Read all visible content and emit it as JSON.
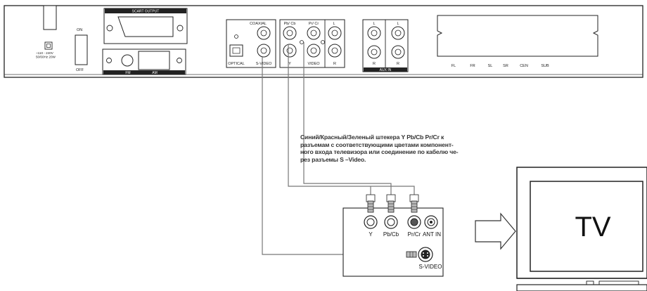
{
  "panel": {
    "scart_label": "SCART OUTPUT",
    "power_on": "ON",
    "power_off": "OFF",
    "power_rating_1": "~110 - 240V",
    "power_rating_2": "50/60Hz  20W",
    "fm": "FM",
    "am": "AM",
    "coaxial": "COAXIAL",
    "optical": "OPTICAL",
    "s_video": "S-VIDEO",
    "pb_cb": "Pb/ Cb",
    "pr_cr": "Pr/ Cr",
    "y": "Y",
    "video": "VIDEO",
    "l": "L",
    "r": "R",
    "aux_in": "AUX IN",
    "speakers": [
      "FL",
      "FR",
      "SL",
      "SR",
      "CEN",
      "SUB"
    ]
  },
  "instruction": [
    "Синий/Красный/Зеленый  штекера  Y  Pb/Cb  Pr/Cr  к",
    "разъемам с соответствующими цветами компонент-",
    "ного входа телевизора или соединение по кабелю че-",
    "рез разъемы S –Video."
  ],
  "tv_panel": {
    "y": "Y",
    "pb_cb": "Pb/Cb",
    "pr_cr": "Pr/Cr",
    "ant_in": "ANT IN",
    "s_video": "S-VIDEO"
  },
  "tv": {
    "label": "TV"
  }
}
